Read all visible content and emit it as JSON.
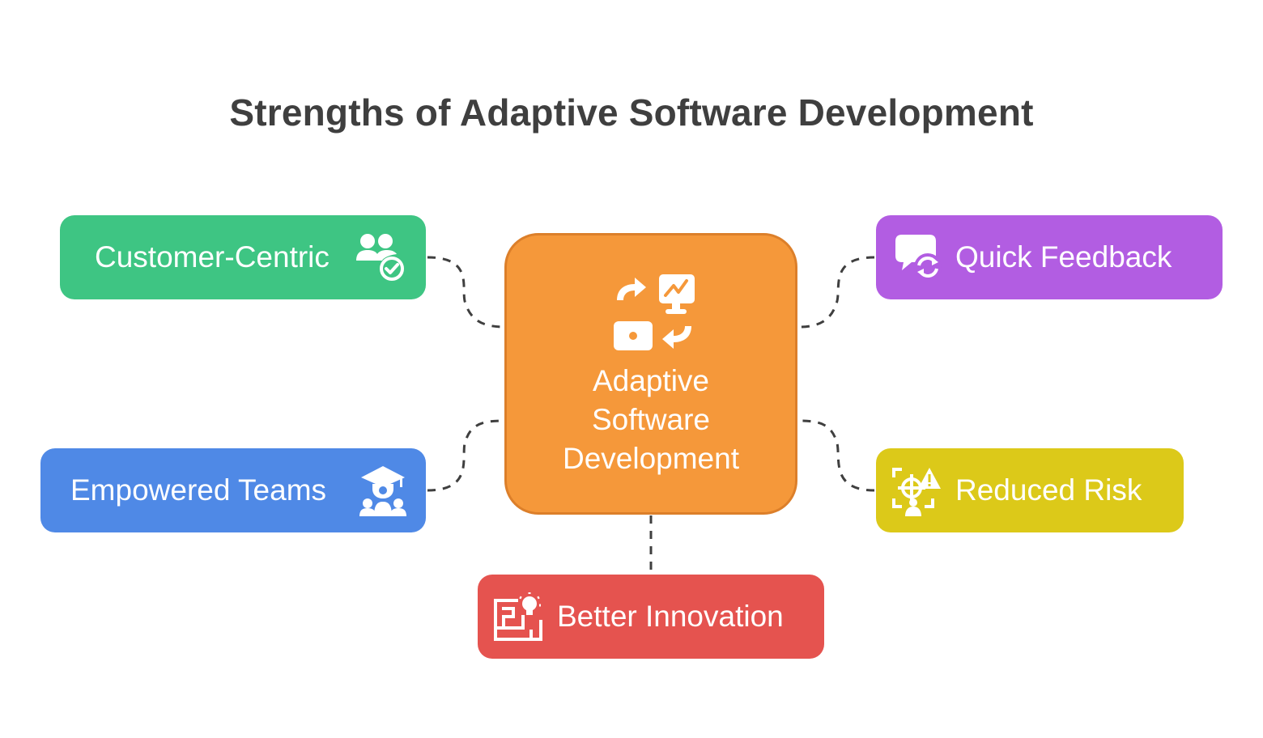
{
  "title": "Strengths of Adaptive Software Development",
  "center": {
    "label_lines": [
      "Adaptive",
      "Software",
      "Development"
    ],
    "icon": "adaptive-workflow-icon",
    "color": "#f5983a"
  },
  "nodes": {
    "customer": {
      "label": "Customer-Centric",
      "icon": "users-check-icon",
      "color": "#3ec583"
    },
    "teams": {
      "label": "Empowered Teams",
      "icon": "graduate-team-icon",
      "color": "#4f89e6"
    },
    "feedback": {
      "label": "Quick Feedback",
      "icon": "chat-refresh-icon",
      "color": "#b25de2"
    },
    "risk": {
      "label": "Reduced Risk",
      "icon": "risk-target-warning-icon",
      "color": "#dcc919"
    },
    "innovation": {
      "label": "Better Innovation",
      "icon": "maze-lightbulb-icon",
      "color": "#e5534f"
    }
  },
  "connector_color": "#3f3f3f"
}
